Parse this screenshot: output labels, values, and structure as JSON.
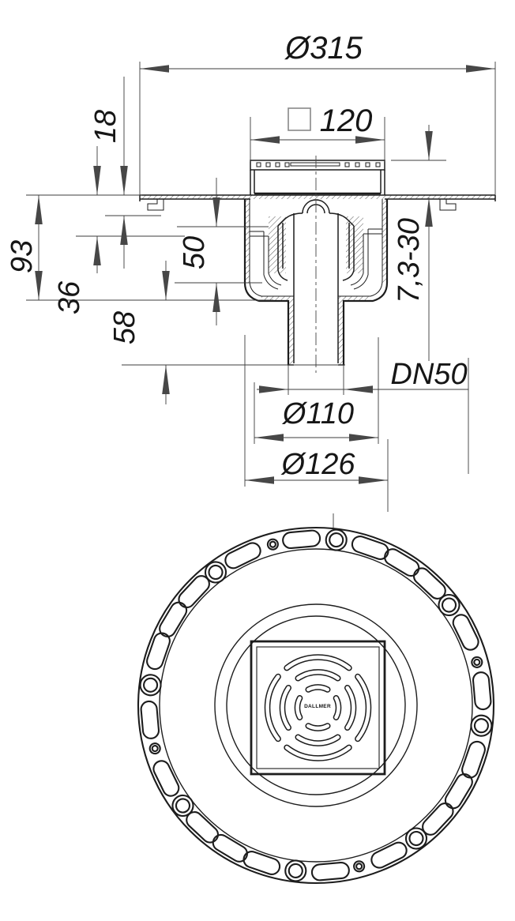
{
  "drawing": {
    "title": "Floor drain technical drawing (sectional view and plan view)",
    "background": "#ffffff",
    "line_color": "#1d1d1d",
    "dimension_color": "#3c3c3c",
    "arrow_color": "#474747"
  },
  "section": {
    "dims": {
      "flange_dia": "Ø315",
      "grate_square": "120",
      "height_18": "18",
      "depth_93": "93",
      "depth_36": "36",
      "trap_50": "50",
      "stub_58": "58",
      "adjust_range": "7,3-30",
      "outlet": "DN50",
      "dia_110": "Ø110",
      "dia_126": "Ø126"
    }
  },
  "plan": {
    "logo": "DALLMER"
  }
}
